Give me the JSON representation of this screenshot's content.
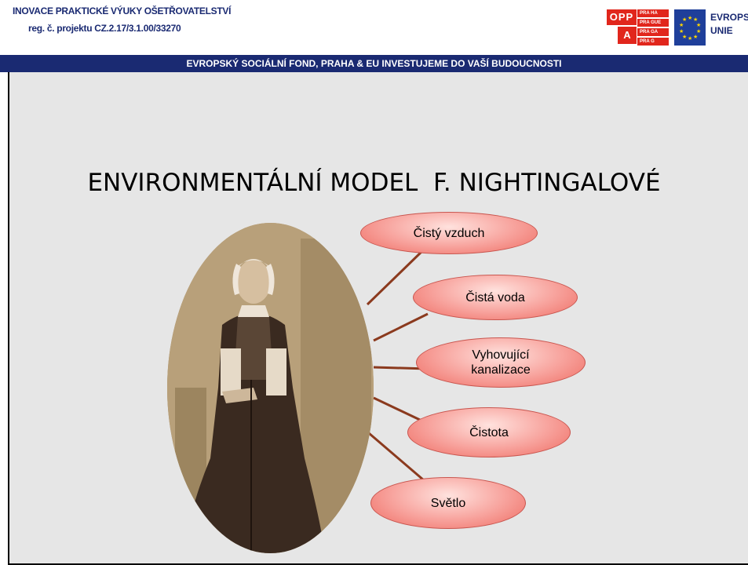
{
  "header": {
    "line1": "INOVACE PRAKTICKÉ VÝUKY OŠETŘOVATELSTVÍ",
    "line2": "reg. č. projektu CZ.2.17/3.1.00/33270",
    "logo_oppa_top": "OPP",
    "logo_oppa_bottom": "A",
    "logo_praha_words": [
      "PRA HA",
      "PRA GUE",
      "PRA GA",
      "PRA G"
    ],
    "eu_line1": "EVROPSKÁ",
    "eu_line2": "UNIE"
  },
  "banner": "EVROPSKÝ SOCIÁLNÍ FOND, PRAHA & EU INVESTUJEME DO VAŠÍ BUDOUCNOSTI",
  "slide": {
    "title": "ENVIRONMENTÁLNÍ MODEL  F. NIGHTINGALOVÉ",
    "bubbles": [
      "Čistý vzduch",
      "Čistá voda",
      "Vyhovující kanalizace",
      "Čistota",
      "Světlo"
    ]
  },
  "colors": {
    "navy": "#1a2a72",
    "background": "#e6e6e6",
    "bubble": "#f7a09a",
    "connector": "#8b3a1e"
  }
}
